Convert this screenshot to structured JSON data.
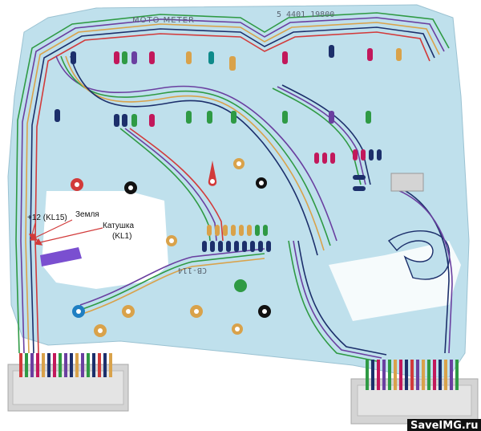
{
  "board": {
    "brand_text": "MOTO METER",
    "part_number": "5 4401 19800",
    "film_text": "CB-114"
  },
  "annotations": {
    "kl15": "+12 (KL15)",
    "ground": "Земля",
    "coil": "Катушка",
    "coil_sub": "(KL1)"
  },
  "watermark": "SaveIMG.ru",
  "colors": {
    "background": "#ffffff",
    "board": "#bfe0ec",
    "trace_purple": "#6a3fa0",
    "trace_green": "#2f9a44",
    "trace_orange": "#d9a24a",
    "trace_red": "#d23a3a",
    "trace_navy": "#1c2f6b",
    "connector": "#d4d4d4",
    "coil_marker": "#7a4fd0"
  }
}
